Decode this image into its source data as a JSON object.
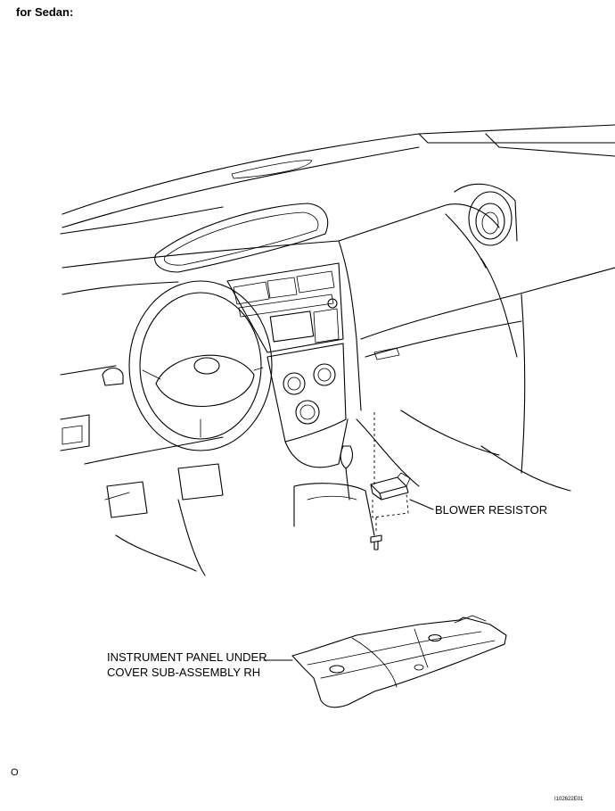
{
  "heading": "for Sedan:",
  "callouts": {
    "blower_resistor": "BLOWER RESISTOR",
    "panel_line1": "INSTRUMENT PANEL UNDER",
    "panel_line2": "COVER SUB-ASSEMBLY RH"
  },
  "corner_mark": "O",
  "figure_code": "I102622E01"
}
